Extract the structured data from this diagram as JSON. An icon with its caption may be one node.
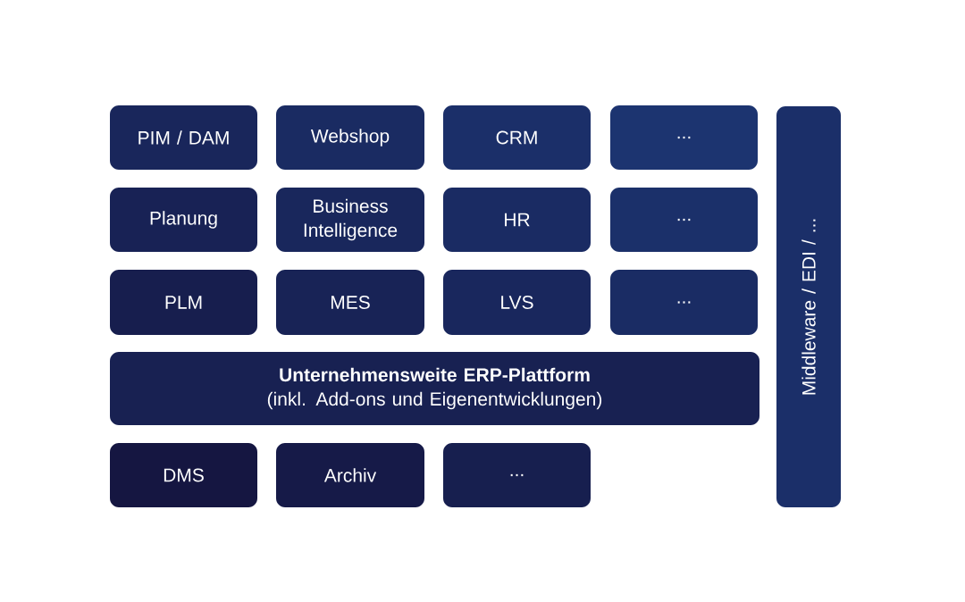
{
  "diagram": {
    "nodes": [
      {
        "text": [
          "PIM / DAM"
        ]
      },
      {
        "text": [
          "Webshop"
        ]
      },
      {
        "text": [
          "CRM"
        ]
      },
      {
        "text": [
          "..."
        ]
      },
      {
        "text": [
          "Planung"
        ]
      },
      {
        "text": [
          "Business Intelligence"
        ]
      },
      {
        "text": [
          "HR"
        ]
      },
      {
        "text": [
          "..."
        ]
      },
      {
        "text": [
          "PLM"
        ]
      },
      {
        "text": [
          "MES"
        ]
      },
      {
        "text": [
          "LVS"
        ]
      },
      {
        "text": [
          "..."
        ]
      },
      {
        "text": [
          "Unternehmensweite ERP-Plattform",
          "(inkl. Add-ons und Eigenentwicklungen)"
        ]
      },
      {
        "text": [
          "DMS"
        ]
      },
      {
        "text": [
          "Archiv"
        ]
      },
      {
        "text": [
          "..."
        ]
      },
      {
        "text": [
          "Middleware / EDI / ..."
        ]
      }
    ]
  }
}
